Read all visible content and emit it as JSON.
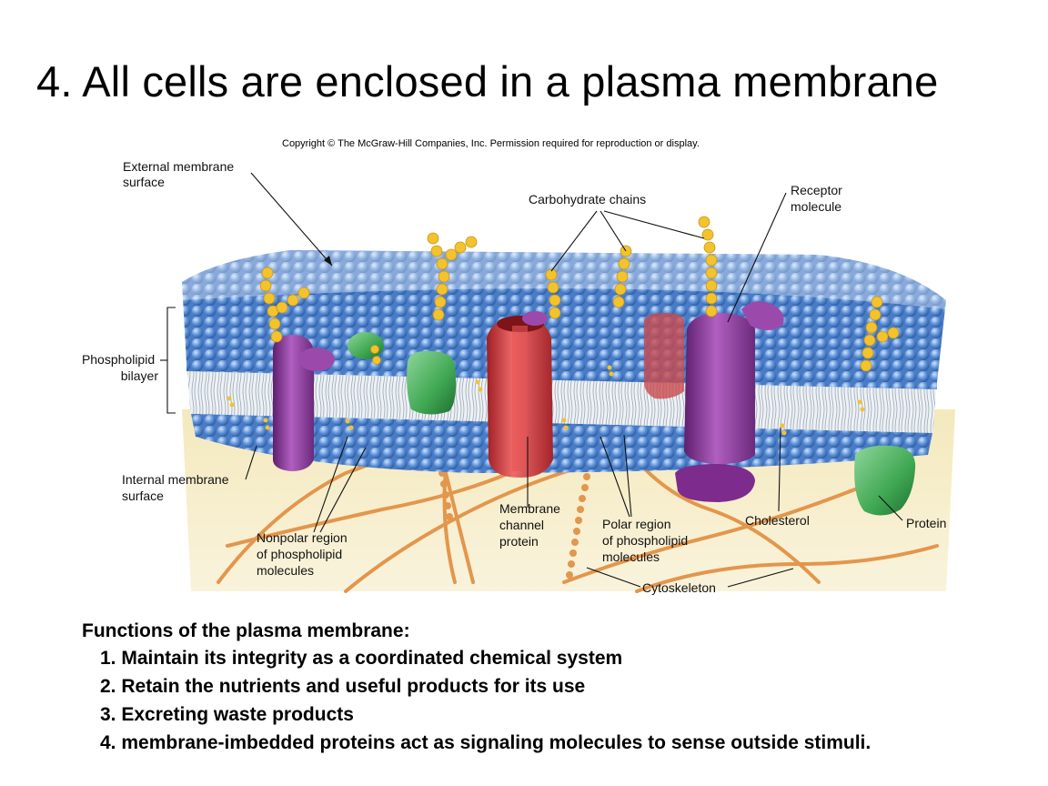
{
  "title": "4. All cells are enclosed in a plasma membrane",
  "copyright": "Copyright © The McGraw-Hill Companies, Inc. Permission required for reproduction or display.",
  "labels": {
    "external_surface": [
      "External membrane",
      "surface"
    ],
    "carbohydrate_chains": "Carbohydrate chains",
    "receptor_molecule": [
      "Receptor",
      "molecule"
    ],
    "phospholipid_bilayer": [
      "Phospholipid",
      "bilayer"
    ],
    "internal_surface": [
      "Internal membrane",
      "surface"
    ],
    "nonpolar_region": [
      "Nonpolar region",
      "of phospholipid",
      "molecules"
    ],
    "channel_protein": [
      "Membrane",
      "channel",
      "protein"
    ],
    "polar_region": [
      "Polar region",
      "of phospholipid",
      "molecules"
    ],
    "cholesterol": "Cholesterol",
    "protein": "Protein",
    "cytoskeleton": "Cytoskeleton"
  },
  "colors": {
    "head_blue": "#4f86d0",
    "protein_purple": "#8e3f9a",
    "channel_red": "#d23a3a",
    "protein_green": "#3fa752",
    "sugar_yellow": "#f2c32c",
    "cytoskeleton_orange": "#e3964c",
    "cytoplasm_yellow": "#f1e6b8"
  },
  "functions": {
    "heading": "Functions of the plasma membrane:",
    "items": [
      "1. Maintain its integrity as a coordinated chemical system",
      "2. Retain the nutrients and useful products for its use",
      "3. Excreting waste products",
      "4. membrane-imbedded proteins act as signaling molecules to sense outside stimuli."
    ]
  }
}
